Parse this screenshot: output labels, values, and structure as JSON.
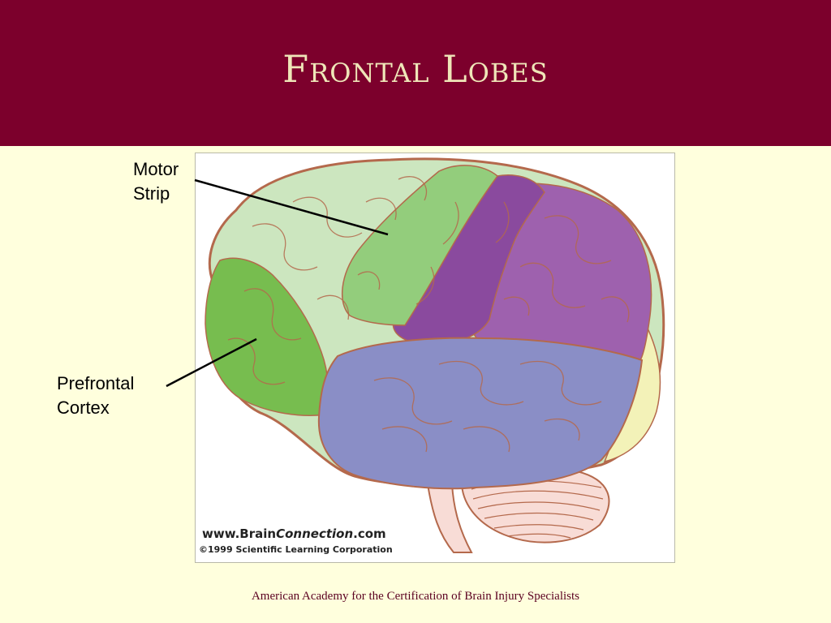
{
  "slide": {
    "title": "Frontal Lobes",
    "footer": "American Academy for the Certification of Brain Injury Specialists",
    "title_bar_color": "#7c002c",
    "background_color": "#ffffdd"
  },
  "labels": {
    "motor_strip": [
      "Motor",
      "Strip"
    ],
    "prefrontal_cortex": [
      "Prefrontal",
      "Cortex"
    ]
  },
  "figure": {
    "credit_prefix": "www.Brain",
    "credit_brand": "Connection",
    "credit_suffix": ".com",
    "copyright": "©1999 Scientific Learning Corporation"
  },
  "regions": {
    "prefrontal_color": "#77bd4f",
    "frontal_color": "#cce6bf",
    "motor_strip_color": "#93cd7c",
    "motor_cortex_color": "#8a4a9e",
    "parietal_color": "#9e61ae",
    "temporal_color": "#8a8ec6",
    "occipital_color": "#f3f2b8",
    "cerebellum_color": "#f8dcd6",
    "outline_color": "#b4694c"
  }
}
